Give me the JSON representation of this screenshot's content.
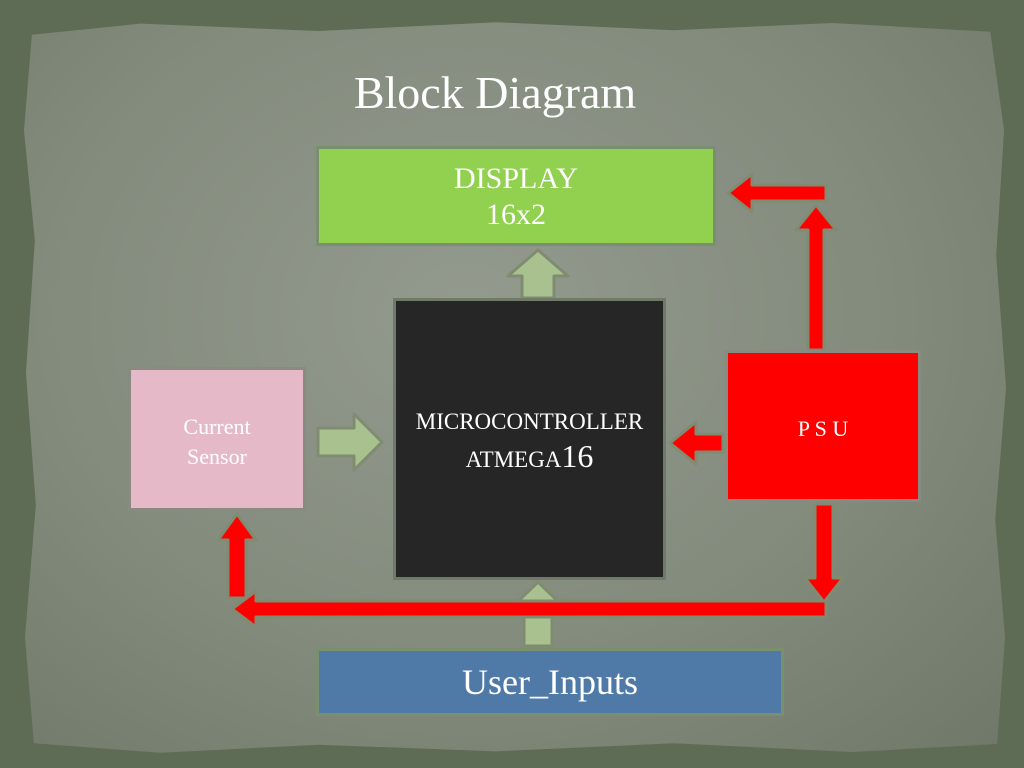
{
  "title": "Block Diagram",
  "blocks": {
    "display": {
      "line1": "DISPLAY",
      "line2": "16x2"
    },
    "microcontroller": {
      "line1": "MICROCONTROLLER",
      "line2_prefix": "ATMEGA",
      "line2_suffix": "16"
    },
    "current_sensor": {
      "line1": "Current",
      "line2": "Sensor"
    },
    "psu": {
      "label": "P S U"
    },
    "user_inputs": {
      "label": "User_Inputs"
    }
  },
  "colors": {
    "background": "#5e6b55",
    "display": "#92d050",
    "microcontroller": "#262626",
    "current_sensor": "#e6b9c8",
    "psu": "#ff0000",
    "user_inputs": "#4f7aa8",
    "signal_arrow": "#a9c08f",
    "power_arrow": "#ff0000"
  }
}
